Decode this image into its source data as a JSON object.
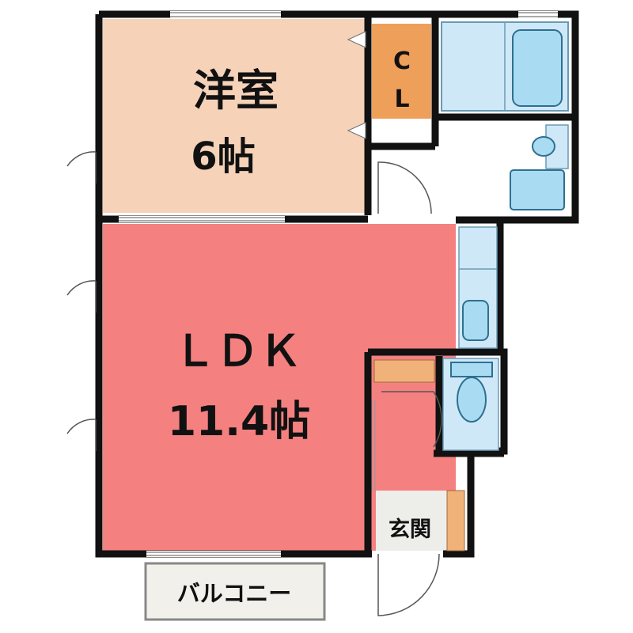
{
  "rooms": {
    "western_room": {
      "name": "洋室",
      "size": "6帖",
      "color": "#f5d2b8"
    },
    "closet": {
      "name_top": "C",
      "name_bottom": "L",
      "color": "#ee9f5a"
    },
    "ldk": {
      "name": "ＬＤＫ",
      "size": "11.4帖",
      "color": "#f58080"
    },
    "entrance": {
      "name": "玄関",
      "color": "#ededea"
    },
    "balcony": {
      "name": "バルコニー",
      "color": "#f2f0ea"
    }
  },
  "colors": {
    "wall": "#111111",
    "fixture": "#bfe2f5",
    "fixture_stroke": "#2f6f8f",
    "cabinet": "#f1b27a",
    "floor": "#ffffff"
  }
}
